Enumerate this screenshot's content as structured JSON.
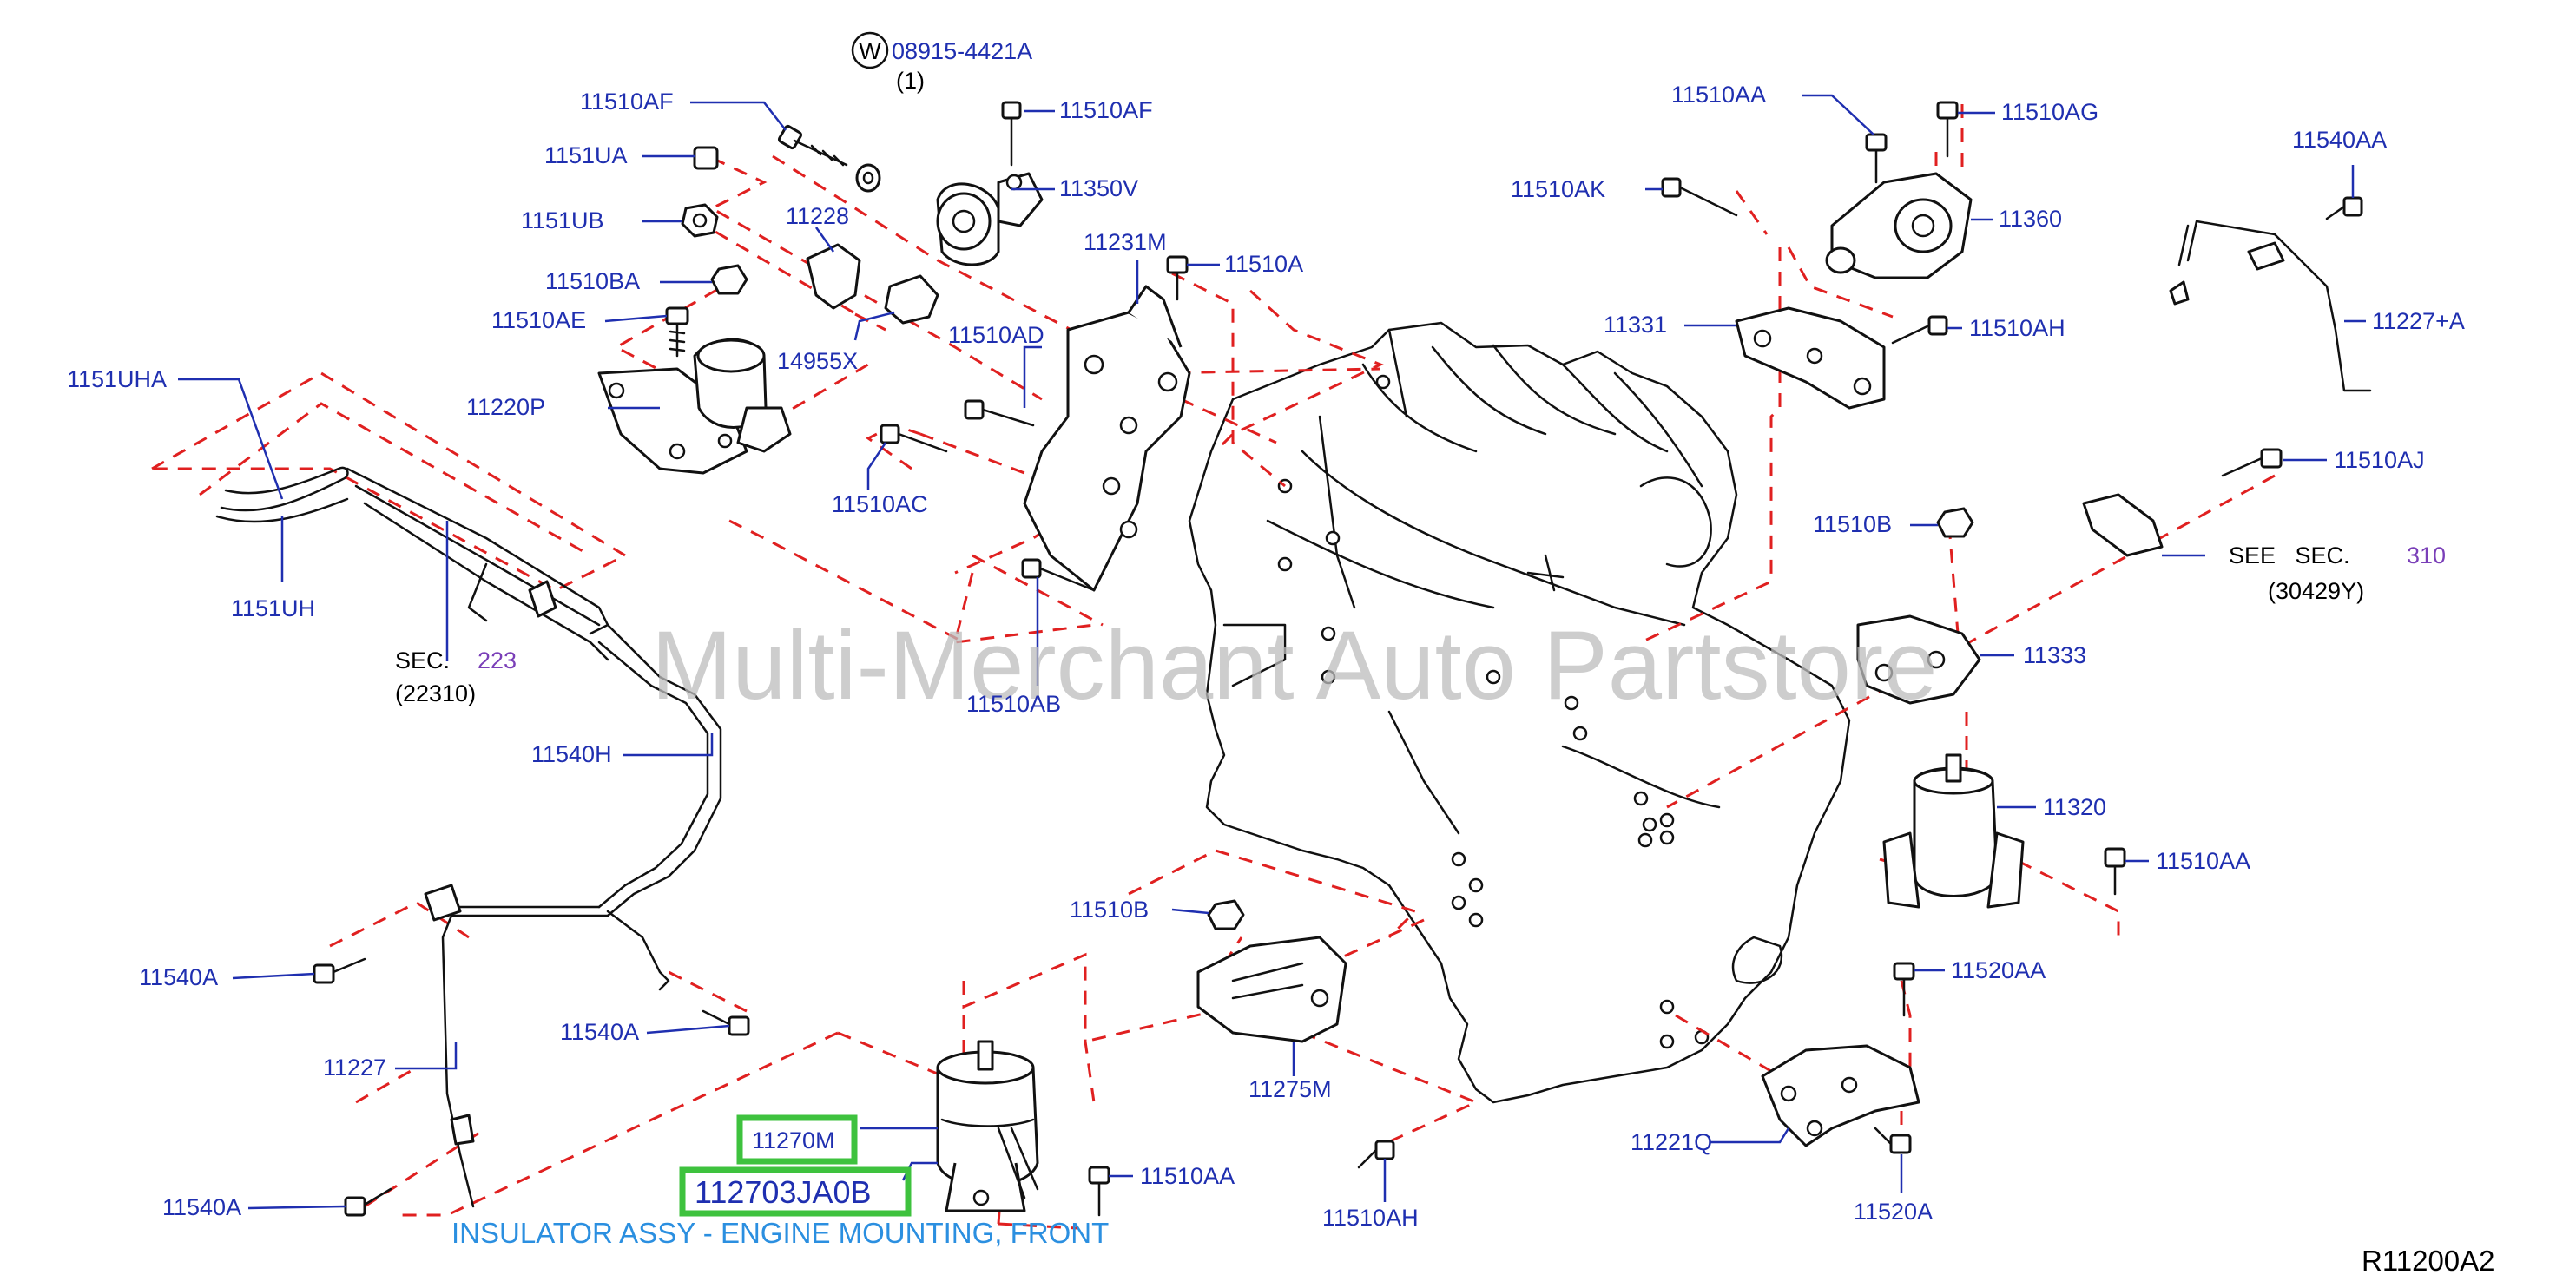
{
  "diagram": {
    "watermark": "Multi-Merchant Auto Partstore",
    "reference_code": "R11200A2",
    "caption": "INSULATOR ASSY - ENGINE MOUNTING, FRONT",
    "washer_symbol": "W",
    "washer_part": "08915-4421A",
    "washer_qty": "(1)",
    "section_223": {
      "label": "SEC.",
      "number": "223",
      "sub": "(22310)"
    },
    "section_310": {
      "label": "SEE   SEC.",
      "number": "310",
      "sub": "(30429Y)"
    },
    "highlighted": {
      "part_a": "11270M",
      "part_b": "112703JA0B"
    },
    "parts": {
      "p_11510AF_top": "11510AF",
      "p_1151UA": "1151UA",
      "p_1151UB": "1151UB",
      "p_11228": "11228",
      "p_11510BA": "11510BA",
      "p_11510AE": "11510AE",
      "p_14955X": "14955X",
      "p_11220P": "11220P",
      "p_1151UHA": "1151UHA",
      "p_1151UH": "1151UH",
      "p_11540H": "11540H",
      "p_11540A_1": "11540A",
      "p_11540A_2": "11540A",
      "p_11540A_3": "11540A",
      "p_11227": "11227",
      "p_11510AF_right": "11510AF",
      "p_11350V": "11350V",
      "p_11231M": "11231M",
      "p_11510A": "11510A",
      "p_11510AD": "11510AD",
      "p_11510AC": "11510AC",
      "p_11510AB": "11510AB",
      "p_11510AA_top": "11510AA",
      "p_11510AG": "11510AG",
      "p_11510AK": "11510AK",
      "p_11360": "11360",
      "p_11331": "11331",
      "p_11510AH_top": "11510AH",
      "p_11540AA": "11540AA",
      "p_11227A": "11227+A",
      "p_11510AJ": "11510AJ",
      "p_11510B_top": "11510B",
      "p_11333": "11333",
      "p_11320": "11320",
      "p_11510AA_mid": "11510AA",
      "p_11520AA": "11520AA",
      "p_11510B_bottom": "11510B",
      "p_11275M": "11275M",
      "p_11510AA_bottom": "11510AA",
      "p_11510AH_bottom": "11510AH",
      "p_11221Q": "11221Q",
      "p_11520A": "11520A"
    }
  }
}
